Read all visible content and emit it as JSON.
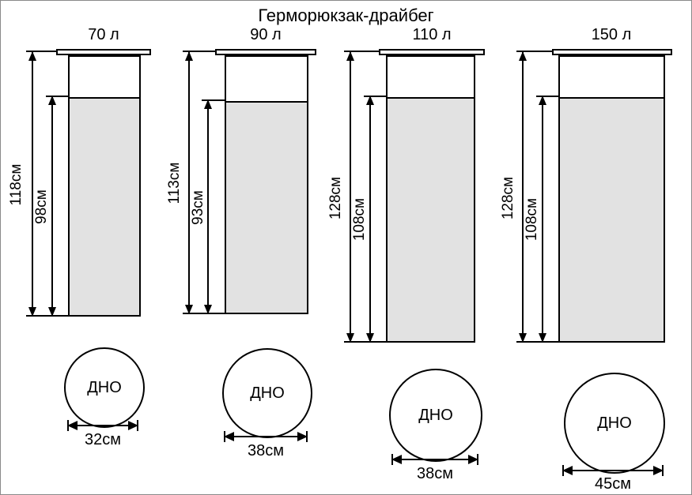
{
  "title": "Герморюкзак-драйбег",
  "colors": {
    "bag_fill": "#e2e2e2",
    "line": "#000000",
    "background": "#ffffff"
  },
  "bags": [
    {
      "volume": "70 л",
      "total_height": "118см",
      "body_height": "98см",
      "bottom_label": "ДНО",
      "bottom_diameter": "32см"
    },
    {
      "volume": "90 л",
      "total_height": "113см",
      "body_height": "93см",
      "bottom_label": "ДНО",
      "bottom_diameter": "38см"
    },
    {
      "volume": "110 л",
      "total_height": "128см",
      "body_height": "108см",
      "bottom_label": "ДНО",
      "bottom_diameter": "38см"
    },
    {
      "volume": "150 л",
      "total_height": "128см",
      "body_height": "108см",
      "bottom_label": "ДНО",
      "bottom_diameter": "45см"
    }
  ]
}
